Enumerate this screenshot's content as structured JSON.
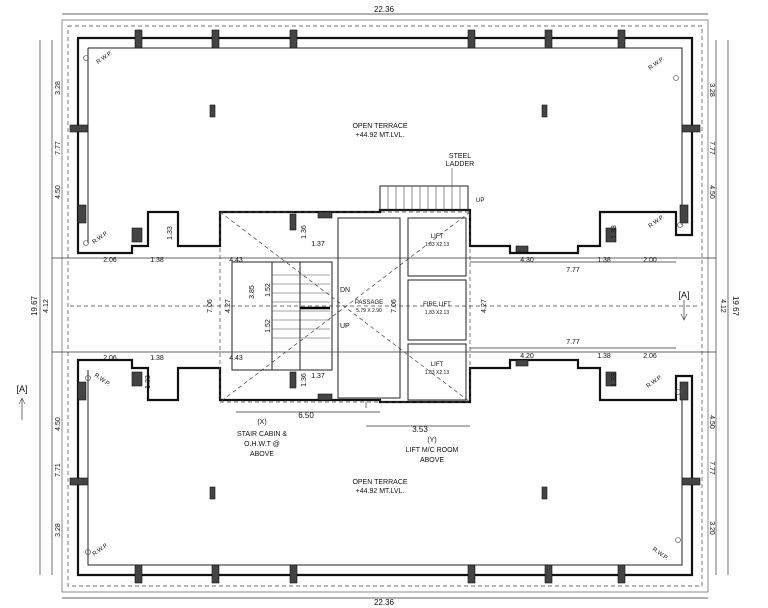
{
  "dimensions": {
    "top_width": "22.36",
    "bottom_width": "22.36",
    "left_total": "19.67",
    "right_total": "19.67",
    "left_top_a": "3.28",
    "left_top_b": "7.77",
    "left_top_c": "4.50",
    "left_mid": "4.12",
    "left_bot_a": "4.50",
    "left_bot_b": "7.71",
    "left_bot_c": "3.28",
    "right_top_a": "3.28",
    "right_top_b": "7.77",
    "right_top_c": "4.50",
    "right_mid": "4.12",
    "right_bot_a": "4.50",
    "right_bot_b": "7.77",
    "right_bot_c": "3.20",
    "nw_recess_w1": "2.06",
    "nw_recess_w2": "1.38",
    "nw_recess_h": "1.33",
    "sw_recess_w1": "2.06",
    "sw_recess_w2": "1.38",
    "sw_recess_h": "1.33",
    "ne_recess_w1": "4.30",
    "ne_recess_w2": "1.38",
    "ne_recess_w3": "2.00",
    "ne_recess_h": "1.33",
    "se_recess_w1": "4.20",
    "se_recess_w2": "1.38",
    "se_recess_w3": "2.06",
    "se_recess_h": "1.33",
    "upper_run": "7.77",
    "lower_run": "7.77",
    "stair_w1": "4.43",
    "stair_w2": "4.43",
    "stair_h_left": "7.06",
    "stair_h_inner": "4.27",
    "stair_h_small": "3.85",
    "stair_h_small2": "1.52",
    "stair_h_small3": "1.52",
    "landing_top": "1.37",
    "landing_bot": "1.37",
    "landing_h_top": "1.36",
    "landing_h_bot": "1.36",
    "core_h": "7.06",
    "core_right_h": "4.27",
    "width_650": "6.50",
    "width_353": "3.53"
  },
  "labels": {
    "terrace_top_l1": "OPEN TERRACE",
    "terrace_top_l2": "+44.92 MT.LVL.",
    "terrace_bot_l1": "OPEN TERRACE",
    "terrace_bot_l2": "+44.92 MT.LVL.",
    "steel_l1": "STEEL",
    "steel_l2": "LADDER",
    "up_ladder": "UP",
    "lift1_l1": "LIFT",
    "lift1_l2": "1.83 X2.13",
    "lift2_l1": "FIRE LIFT",
    "lift2_l2": "1.83 X2.13",
    "lift3_l1": "LIFT",
    "lift3_l2": "1.83 X2.13",
    "passage_l1": "PASSAGE",
    "passage_l2": "5.79 X 2.90",
    "stair_dn": "DN",
    "stair_up": "UP",
    "stair_cabin_x": "(X)",
    "stair_cabin_l1": "STAIR CABIN &",
    "stair_cabin_l2": "O.H.W.T @",
    "stair_cabin_l3": "ABOVE",
    "lift_room_y": "(Y)",
    "lift_room_l1": "LIFT M/C ROOM",
    "lift_room_l2": "ABOVE",
    "rwp": "R.W.P.",
    "section_left": "[A]",
    "section_right": "[A]"
  },
  "colors": {
    "ink": "#111111",
    "paper": "#ffffff"
  }
}
